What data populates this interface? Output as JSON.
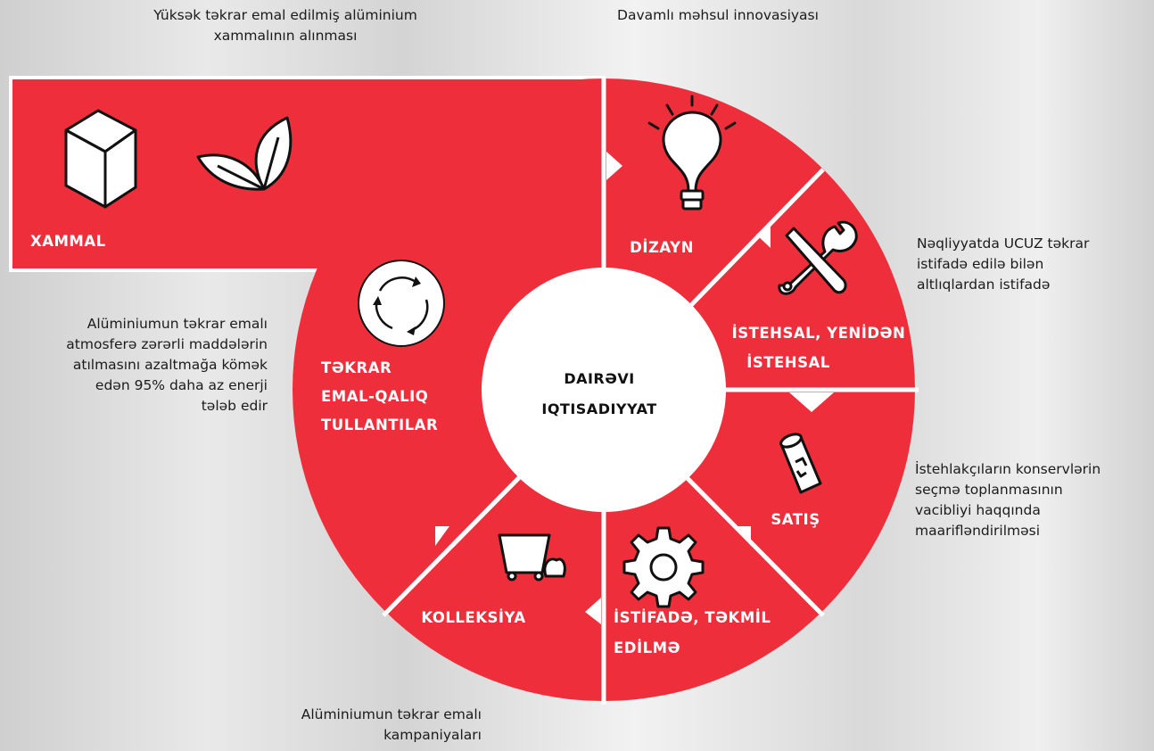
{
  "colors": {
    "accent": "#ee2f3b",
    "divider": "#ffffff",
    "hub": "#ffffff",
    "text": "#1b1b1b"
  },
  "hub": {
    "line1": "DAIRƏVI",
    "line2": "IQTISADIYYAT"
  },
  "segments": {
    "xammal": {
      "label": "XAMMAL",
      "icons": [
        "cube-icon",
        "leaves-icon"
      ]
    },
    "dizayn": {
      "label": "DİZAYN",
      "icon": "lightbulb-icon"
    },
    "istehsal": {
      "line1": "İSTEHSAL, YENİDƏN",
      "line2": "İSTEHSAL",
      "icon": "tools-icon"
    },
    "satis": {
      "label": "SATIŞ",
      "icon": "recycle-can-icon"
    },
    "istifade": {
      "line1": "İSTİFADƏ, TƏKMİL",
      "line2": "EDİLMƏ",
      "icon": "gear-icon"
    },
    "kolleksiya": {
      "label": "KOLLEKSİYA",
      "icon": "collection-cart-icon"
    },
    "tekrar": {
      "line1": "TƏKRAR",
      "line2": "EMAL-QALIQ",
      "line3": "TULLANTILAR",
      "icon": "recycle-arrows-icon"
    }
  },
  "annotations": {
    "top_left": [
      "Yüksək təkrar emal edilmiş alüminium",
      "xammalının alınması"
    ],
    "top_center": [
      "Davamlı məhsul innovasiyası"
    ],
    "right_top": [
      "Nəqliyyatda UCUZ təkrar",
      "istifadə edilə bilən",
      "altlıqlardan istifadə"
    ],
    "left_mid": [
      "Alüminiumun təkrar emalı",
      "atmosferə zərərli maddələrin",
      "atılmasını azaltmağa kömək",
      "edən 95% daha az enerji",
      "tələb edir"
    ],
    "right_bottom": [
      "İstehlakçıların konservlərin",
      "seçmə toplanmasının",
      "vacibliyi haqqında",
      "maariflǝndirilməsi"
    ],
    "bottom": [
      "Alüminiumun təkrar emalı",
      "kampaniyaları"
    ]
  }
}
